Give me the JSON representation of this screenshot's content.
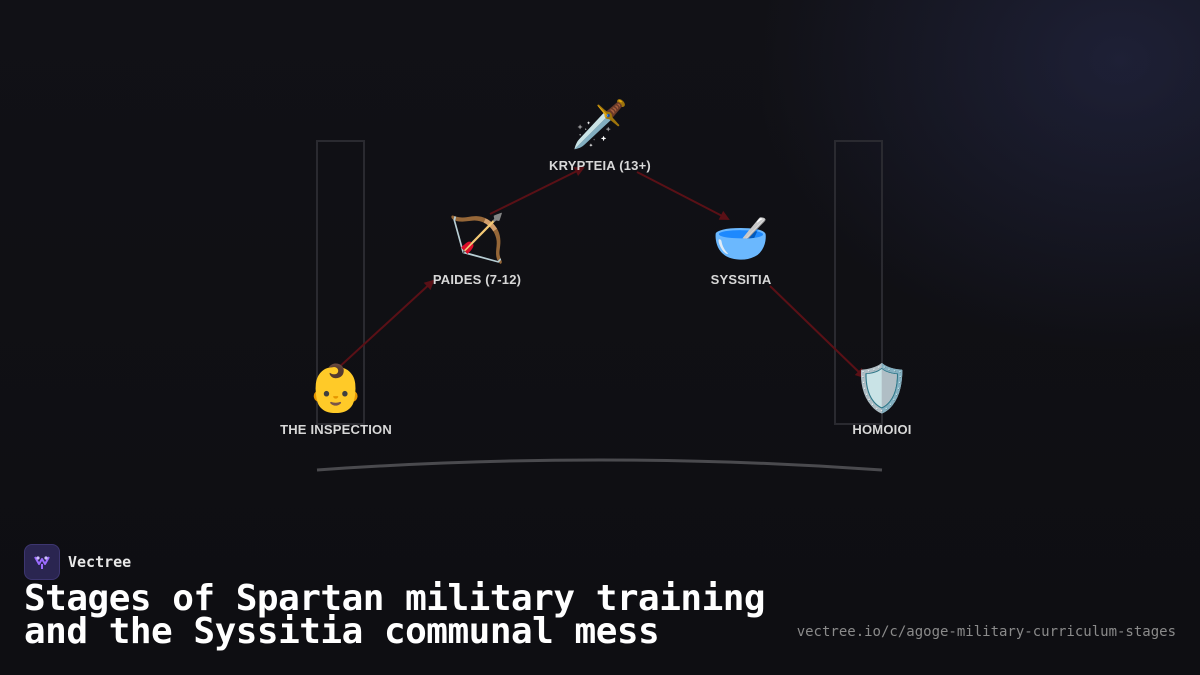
{
  "diagram": {
    "nodes": [
      {
        "icon": "baby-icon",
        "glyph": "👶",
        "label": "THE INSPECTION"
      },
      {
        "icon": "bow-and-arrow-icon",
        "glyph": "🏹",
        "label": "PAIDES (7-12)"
      },
      {
        "icon": "dagger-icon",
        "glyph": "🗡️",
        "label": "KRYPTEIA (13+)"
      },
      {
        "icon": "bowl-icon",
        "glyph": "🥣",
        "label": "SYSSITIA"
      },
      {
        "icon": "shield-icon",
        "glyph": "🛡️",
        "label": "HOMOIOI"
      }
    ],
    "edges": [
      {
        "from": "THE INSPECTION",
        "to": "PAIDES (7-12)"
      },
      {
        "from": "PAIDES (7-12)",
        "to": "KRYPTEIA (13+)"
      },
      {
        "from": "KRYPTEIA (13+)",
        "to": "SYSSITIA"
      },
      {
        "from": "SYSSITIA",
        "to": "HOMOIOI"
      }
    ],
    "colors": {
      "arrow": "#5a1016",
      "pillar": "#2a2a30",
      "base": "#4a4a4e"
    }
  },
  "brand": {
    "name": "Vectree",
    "logo_icon": "vectree-logo-icon"
  },
  "title": {
    "line1": "Stages of Spartan military training",
    "line2": "and the Syssitia communal mess"
  },
  "url": "vectree.io/c/agoge-military-curriculum-stages"
}
